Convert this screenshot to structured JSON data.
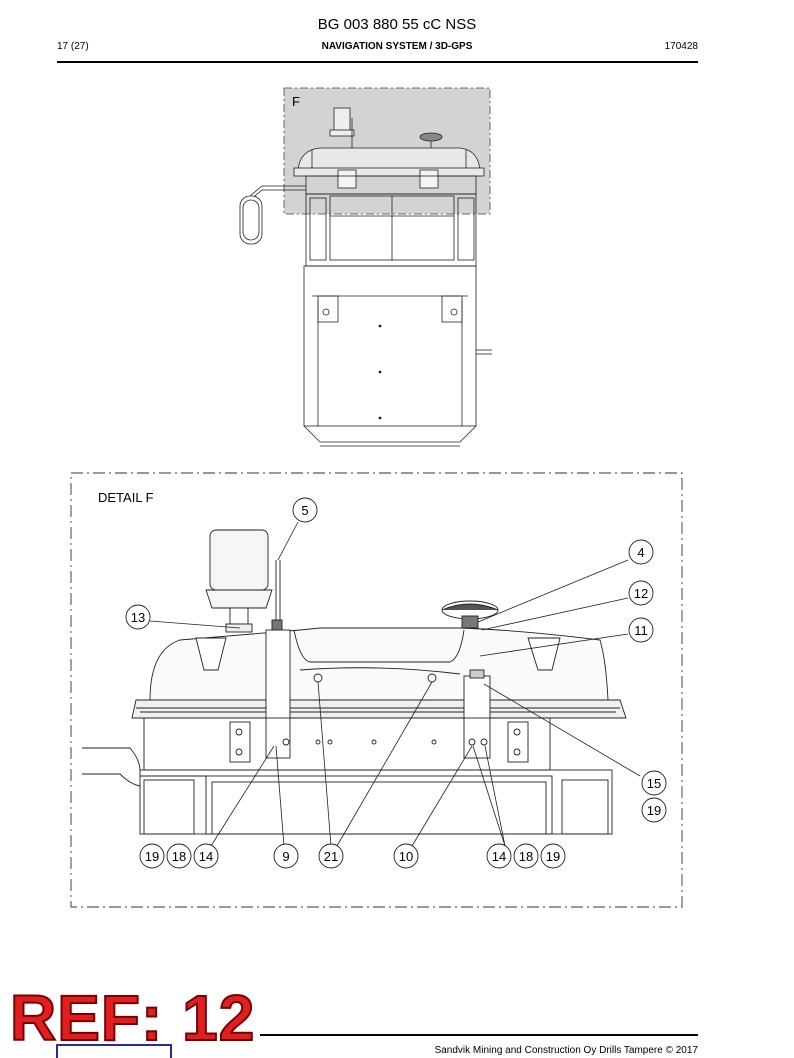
{
  "header": {
    "doc_title": "BG 003 880 55 cC NSS",
    "page_number": "17 (27)",
    "section_title": "NAVIGATION SYSTEM / 3D-GPS",
    "doc_code": "170428"
  },
  "top_view": {
    "detail_letter": "F"
  },
  "detail": {
    "title": "DETAIL F",
    "callouts": [
      "5",
      "4",
      "12",
      "13",
      "11",
      "15",
      "19",
      "19",
      "18",
      "14",
      "9",
      "21",
      "10",
      "14",
      "18",
      "19"
    ]
  },
  "watermark": {
    "text": "REF: 12",
    "color": "#e02020"
  },
  "footer": {
    "copyright": "Sandvik Mining and Construction Oy Drills Tampere © 2017"
  }
}
